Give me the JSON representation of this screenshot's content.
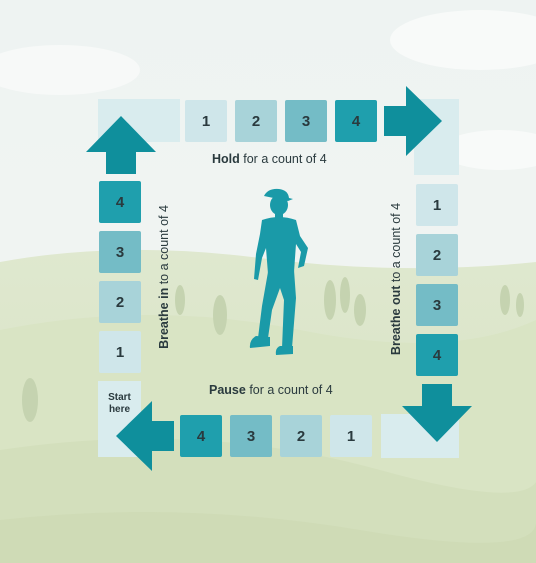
{
  "start_label": "Start here",
  "sections": {
    "hold": {
      "keyword": "Hold",
      "rest": " for a count of 4"
    },
    "breathe_out": {
      "keyword": "Breathe out",
      "rest": " to a count of 4"
    },
    "pause": {
      "keyword": "Pause",
      "rest": " for a count of 4"
    },
    "breathe_in": {
      "keyword": "Breathe in",
      "rest": " to a count of 4"
    }
  },
  "counts": {
    "top": [
      "1",
      "2",
      "3",
      "4"
    ],
    "right": [
      "1",
      "2",
      "3",
      "4"
    ],
    "bottom": [
      "4",
      "3",
      "2",
      "1"
    ],
    "left": [
      "4",
      "3",
      "2",
      "1"
    ]
  },
  "colors": {
    "accent": "#0f8f9c",
    "tile_light": "#cfe6ea",
    "tile_mid_light": "#a8d3d9",
    "tile_mid": "#74bcc6",
    "tile_dark": "#1f9fad",
    "frame": "#d9ecee"
  },
  "icons": {
    "arrows": [
      "arrow-right-icon",
      "arrow-down-icon",
      "arrow-left-icon",
      "arrow-up-icon"
    ],
    "figure": "standing-person-icon"
  }
}
